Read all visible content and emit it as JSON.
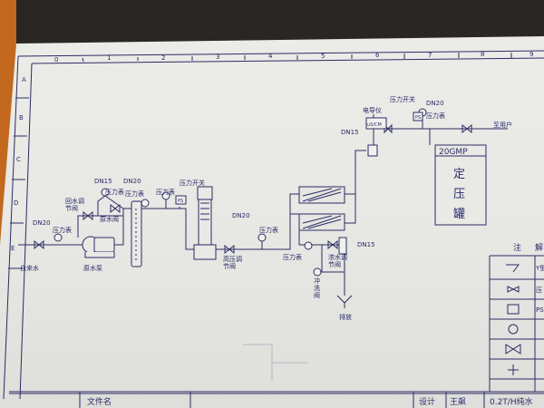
{
  "grid": {
    "columns": [
      "0",
      "1",
      "2",
      "3",
      "4",
      "5",
      "6",
      "7",
      "8",
      "9"
    ],
    "rows": [
      "A",
      "B",
      "C",
      "D",
      "E"
    ]
  },
  "labels": {
    "dn20_left": "DN20",
    "tap_water": "自来水",
    "gauge_left": "压力表",
    "dn15_top": "DN15",
    "return_valve": "回水调",
    "return_valve_2": "节阀",
    "raw_pump": "原水泵",
    "raw_valve": "原水阀",
    "gauge_2": "压力表",
    "dn20_mid": "DN20",
    "gauge_3": "压力表",
    "gauge_4": "压力表",
    "pressure_switch_1": "压力开关",
    "ps_box": "PS",
    "dn20_hp": "DN20",
    "hp_valve": "高压调",
    "hp_valve_2": "节阀",
    "gauge_5": "压力表",
    "gauge_6": "压力表",
    "conc_valve": "浓水调",
    "conc_valve_2": "节阀",
    "flush_valve": "冲",
    "flush_valve_2": "洗",
    "flush_valve_3": "阀",
    "drain": "排放",
    "dn15_right": "DN15",
    "dn15_drain": "DN15",
    "conductivity": "电导仪",
    "cond_unit": "uS/CM",
    "pressure_switch_2": "压力开关",
    "dn20_right": "DN20",
    "gauge_7": "压力表",
    "to_user": "至用户",
    "tank_model": "20GMP",
    "tank_1": "定",
    "tank_2": "压",
    "tank_3": "罐",
    "legend_title_1": "注",
    "legend_title_2": "解",
    "legend_y": "Y型",
    "legend_ps": "PS",
    "legend_p": "压"
  },
  "title_block": {
    "filename_label": "文件名",
    "design_label": "设计",
    "designer": "王飙",
    "product": "0.2T/H纯水"
  }
}
